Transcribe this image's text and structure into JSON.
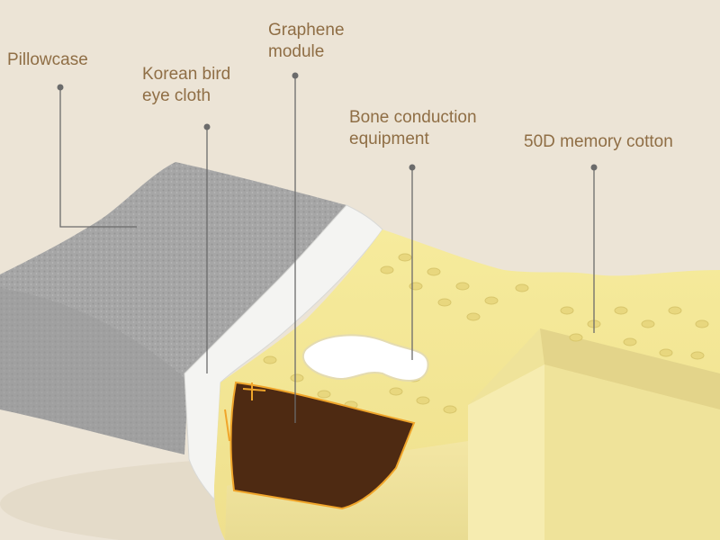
{
  "colors": {
    "label_text": "#8f6e45",
    "leader_line": "#6b6b6b",
    "background": "#ece4d6",
    "fabric_gray": "#a9a9a9",
    "cloth_white": "#f4f4f2",
    "foam_yellow": "#f4e79f",
    "graphene_brown": "#4e2a12"
  },
  "labels": {
    "pillowcase": [
      "Pillowcase"
    ],
    "bird_eye_cloth": [
      "Korean bird",
      "eye cloth"
    ],
    "graphene_module": [
      "Graphene",
      "module"
    ],
    "bone_conduction": [
      "Bone conduction",
      "equipment"
    ],
    "memory_cotton": [
      "50D memory cotton"
    ]
  }
}
